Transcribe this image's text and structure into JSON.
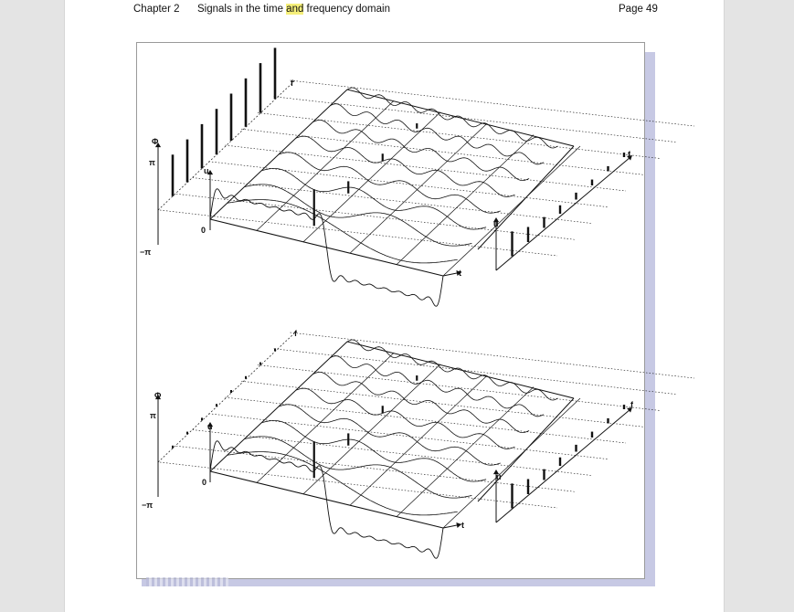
{
  "header": {
    "chapter": "Chapter 2",
    "title_before": "Signals in the time ",
    "title_highlight": "and",
    "title_after": " frequency domain",
    "page": "Page 49"
  },
  "diagram_labels": {
    "f": "f",
    "t": "t",
    "u": "u",
    "u_hat": "û",
    "phi": "Φ",
    "pi": "π",
    "minus_pi": "−π",
    "zero": "0"
  },
  "colors": {
    "page_bg": "#e4e4e4",
    "highlight": "#f5ef7a",
    "figure_shadow": "#c7c9e4"
  }
}
